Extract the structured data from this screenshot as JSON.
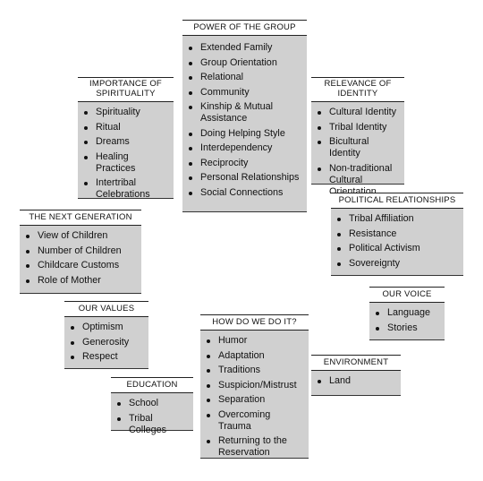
{
  "boxes": {
    "power": {
      "title": "POWER OF THE GROUP",
      "items": [
        "Extended Family",
        "Group Orientation",
        "Relational",
        "Community",
        "Kinship & Mutual Assistance",
        "Doing Helping Style",
        "Interdependency",
        "Reciprocity",
        "Personal Relationships",
        "Social Connections"
      ]
    },
    "spirituality": {
      "title": "IMPORTANCE OF SPIRITUALITY",
      "items": [
        "Spirituality",
        "Ritual",
        "Dreams",
        "Healing Practices",
        "Intertribal Celebrations"
      ]
    },
    "identity": {
      "title": "RELEVANCE OF IDENTITY",
      "items": [
        "Cultural Identity",
        "Tribal Identity",
        "Bicultural Identity",
        "Non-traditional Cultural Orientation"
      ]
    },
    "political": {
      "title": "POLITICAL RELATIONSHIPS",
      "items": [
        "Tribal Affiliation",
        "Resistance",
        "Political Activism",
        "Sovereignty"
      ]
    },
    "next_generation": {
      "title": "THE NEXT GENERATION",
      "items": [
        "View of Children",
        "Number of Children",
        "Childcare Customs",
        "Role of Mother"
      ]
    },
    "voice": {
      "title": "OUR VOICE",
      "items": [
        "Language",
        "Stories"
      ]
    },
    "values": {
      "title": "OUR VALUES",
      "items": [
        "Optimism",
        "Generosity",
        "Respect"
      ]
    },
    "how": {
      "title": "HOW DO WE DO IT?",
      "items": [
        "Humor",
        "Adaptation",
        "Traditions",
        "Suspicion/Mistrust",
        "Separation",
        "Overcoming Trauma",
        "Returning to the Reservation"
      ]
    },
    "environment": {
      "title": "ENVIRONMENT",
      "items": [
        "Land"
      ]
    },
    "education": {
      "title": "EDUCATION",
      "items": [
        "School",
        "Tribal Colleges"
      ]
    }
  },
  "colors": {
    "box_fill": "#d0d0d0",
    "rule": "#222222",
    "background": "#ffffff"
  }
}
